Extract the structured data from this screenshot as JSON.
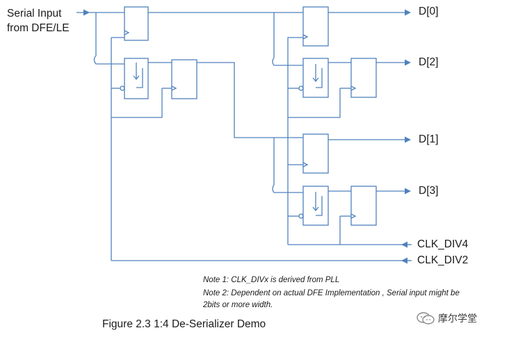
{
  "labels": {
    "input_line1": "Serial Input",
    "input_line2": "from DFE/LE",
    "d0": "D[0]",
    "d2": "D[2]",
    "d1": "D[1]",
    "d3": "D[3]",
    "clk_div4": "CLK_DIV4",
    "clk_div2": "CLK_DIV2"
  },
  "notes": {
    "note1": "Note 1: CLK_DIVx is derived from PLL",
    "note2_line1": "Note 2: Dependent on actual DFE Implementation , Serial input might be",
    "note2_line2": "2bits or more width."
  },
  "caption": "Figure 2.3 1:4 De-Serializer Demo",
  "watermark": "摩尔学堂",
  "colors": {
    "wire": "#4f81bd",
    "text": "#1a1a1a"
  }
}
